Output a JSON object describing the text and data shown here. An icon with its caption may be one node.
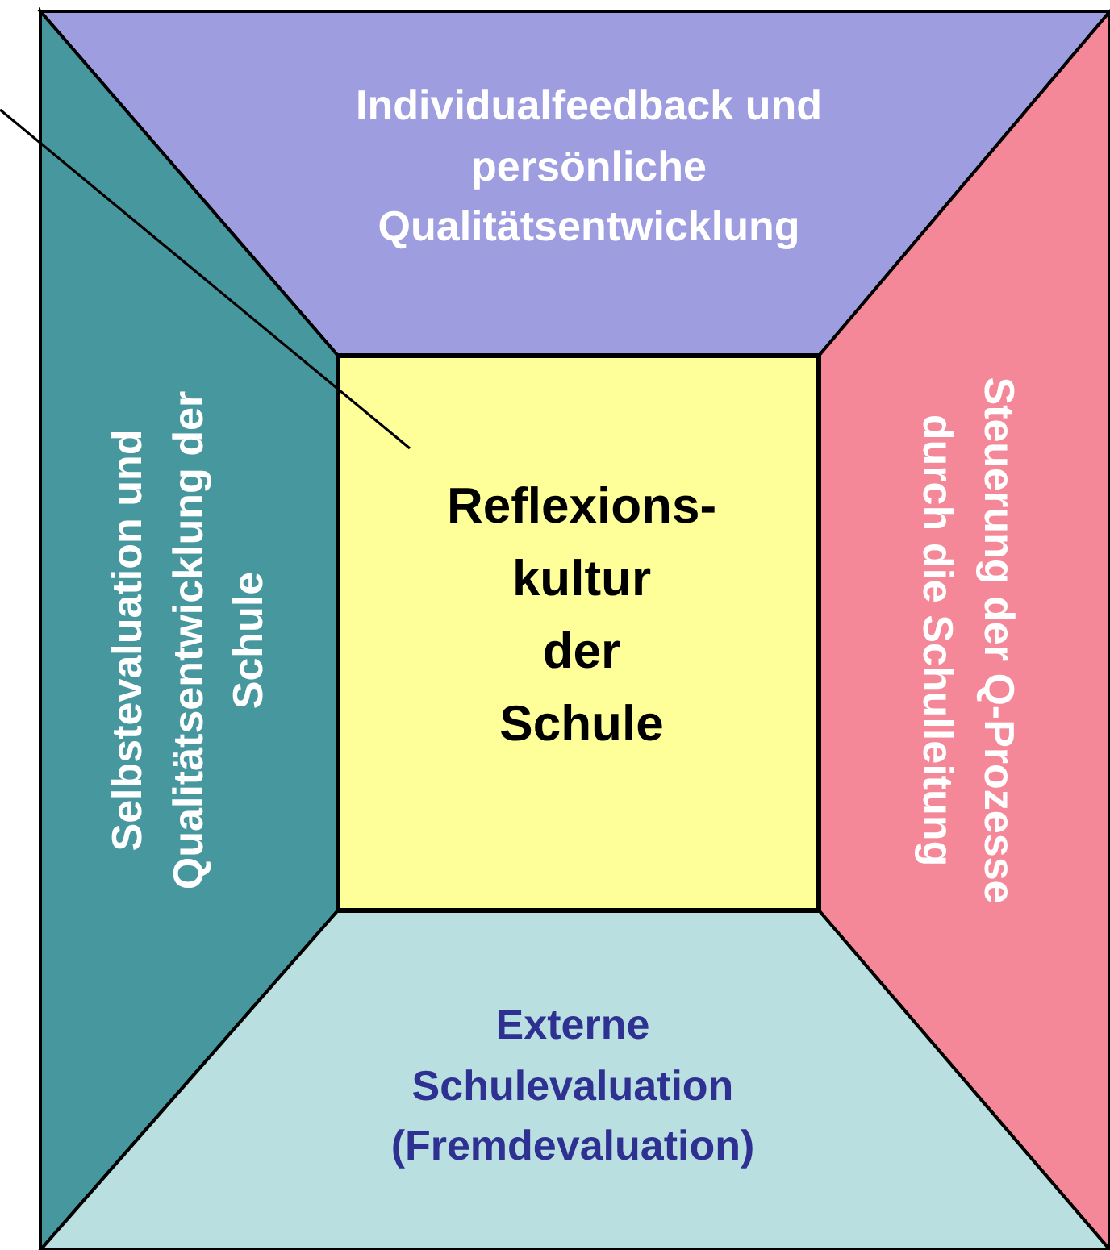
{
  "diagram": {
    "nodes": [
      {
        "text": [
          "Individualfeedback und persönliche Qualitätsentwicklung"
        ]
      },
      {
        "text": [
          "Selbstevaluation und Qualitätsentwicklung der Schule"
        ]
      },
      {
        "text": [
          "Reflexions- kultur der Schule"
        ]
      },
      {
        "text": [
          "Steuerung der Q-Prozesse durch die Schulleitung"
        ]
      },
      {
        "text": [
          "Externe Schulevaluation (Fremdevaluation)"
        ]
      }
    ],
    "edges": [
      {
        "from": null,
        "to": 2,
        "arrow": "none"
      }
    ]
  }
}
